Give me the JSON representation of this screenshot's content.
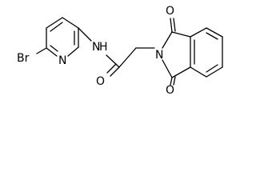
{
  "structure": {
    "atoms": {
      "br": "Br",
      "n_pyridine": "N",
      "n_amide": "N",
      "h_amide": "H",
      "o_amide": "O",
      "n_imide": "N",
      "o_imide_top": "O",
      "o_imide_bottom": "O"
    }
  }
}
